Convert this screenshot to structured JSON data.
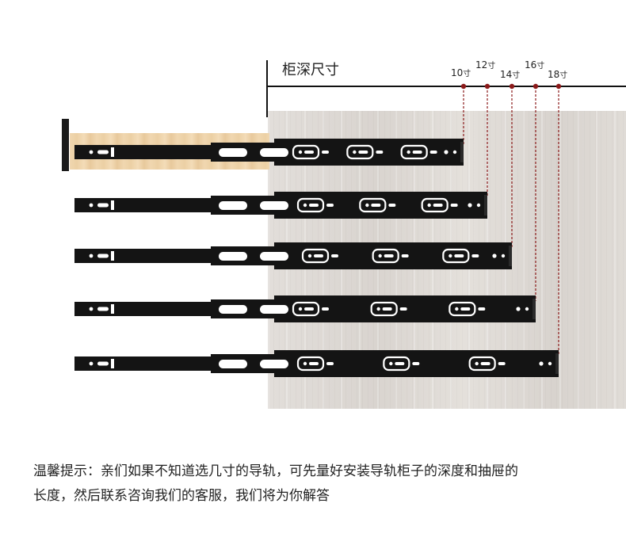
{
  "diagram": {
    "axis_title": "柜深尺寸",
    "sizes": [
      {
        "num": "10",
        "unit": "寸"
      },
      {
        "num": "12",
        "unit": "寸"
      },
      {
        "num": "14",
        "unit": "寸"
      },
      {
        "num": "16",
        "unit": "寸"
      },
      {
        "num": "18",
        "unit": "寸"
      }
    ],
    "marker_color": "#8b1a1a",
    "rail_color": "#141414",
    "panel_color": "#dcd8d3",
    "oak_color": "#efd6ae"
  },
  "tip": {
    "line1": "温馨提示：亲们如果不知道选几寸的导轨，可先量好安装导轨柜子的深度和抽屉的",
    "line2": "长度，然后联系咨询我们的客服，我们将为你解答"
  }
}
